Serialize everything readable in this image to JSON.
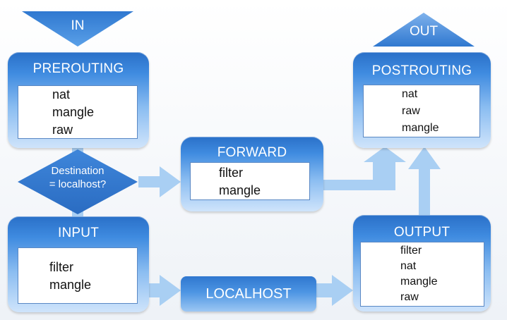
{
  "in_label": "IN",
  "out_label": "OUT",
  "decision": {
    "line1": "Destination",
    "line2": "= localhost?"
  },
  "localhost_label": "LOCALHOST",
  "chains": {
    "prerouting": {
      "title": "PREROUTING",
      "tables": [
        "nat",
        "mangle",
        "raw"
      ]
    },
    "forward": {
      "title": "FORWARD",
      "tables": [
        "filter",
        "mangle"
      ]
    },
    "postrouting": {
      "title": "POSTROUTING",
      "tables": [
        "nat",
        "raw",
        "mangle"
      ]
    },
    "input": {
      "title": "INPUT",
      "tables": [
        "filter",
        "mangle"
      ]
    },
    "output": {
      "title": "OUTPUT",
      "tables": [
        "filter",
        "nat",
        "mangle",
        "raw"
      ]
    }
  },
  "colors": {
    "chain_dark": "#2a70c8",
    "chain_light": "#cfe4fb",
    "arrow": "#a9cff3",
    "table_border": "#5a88c4"
  }
}
